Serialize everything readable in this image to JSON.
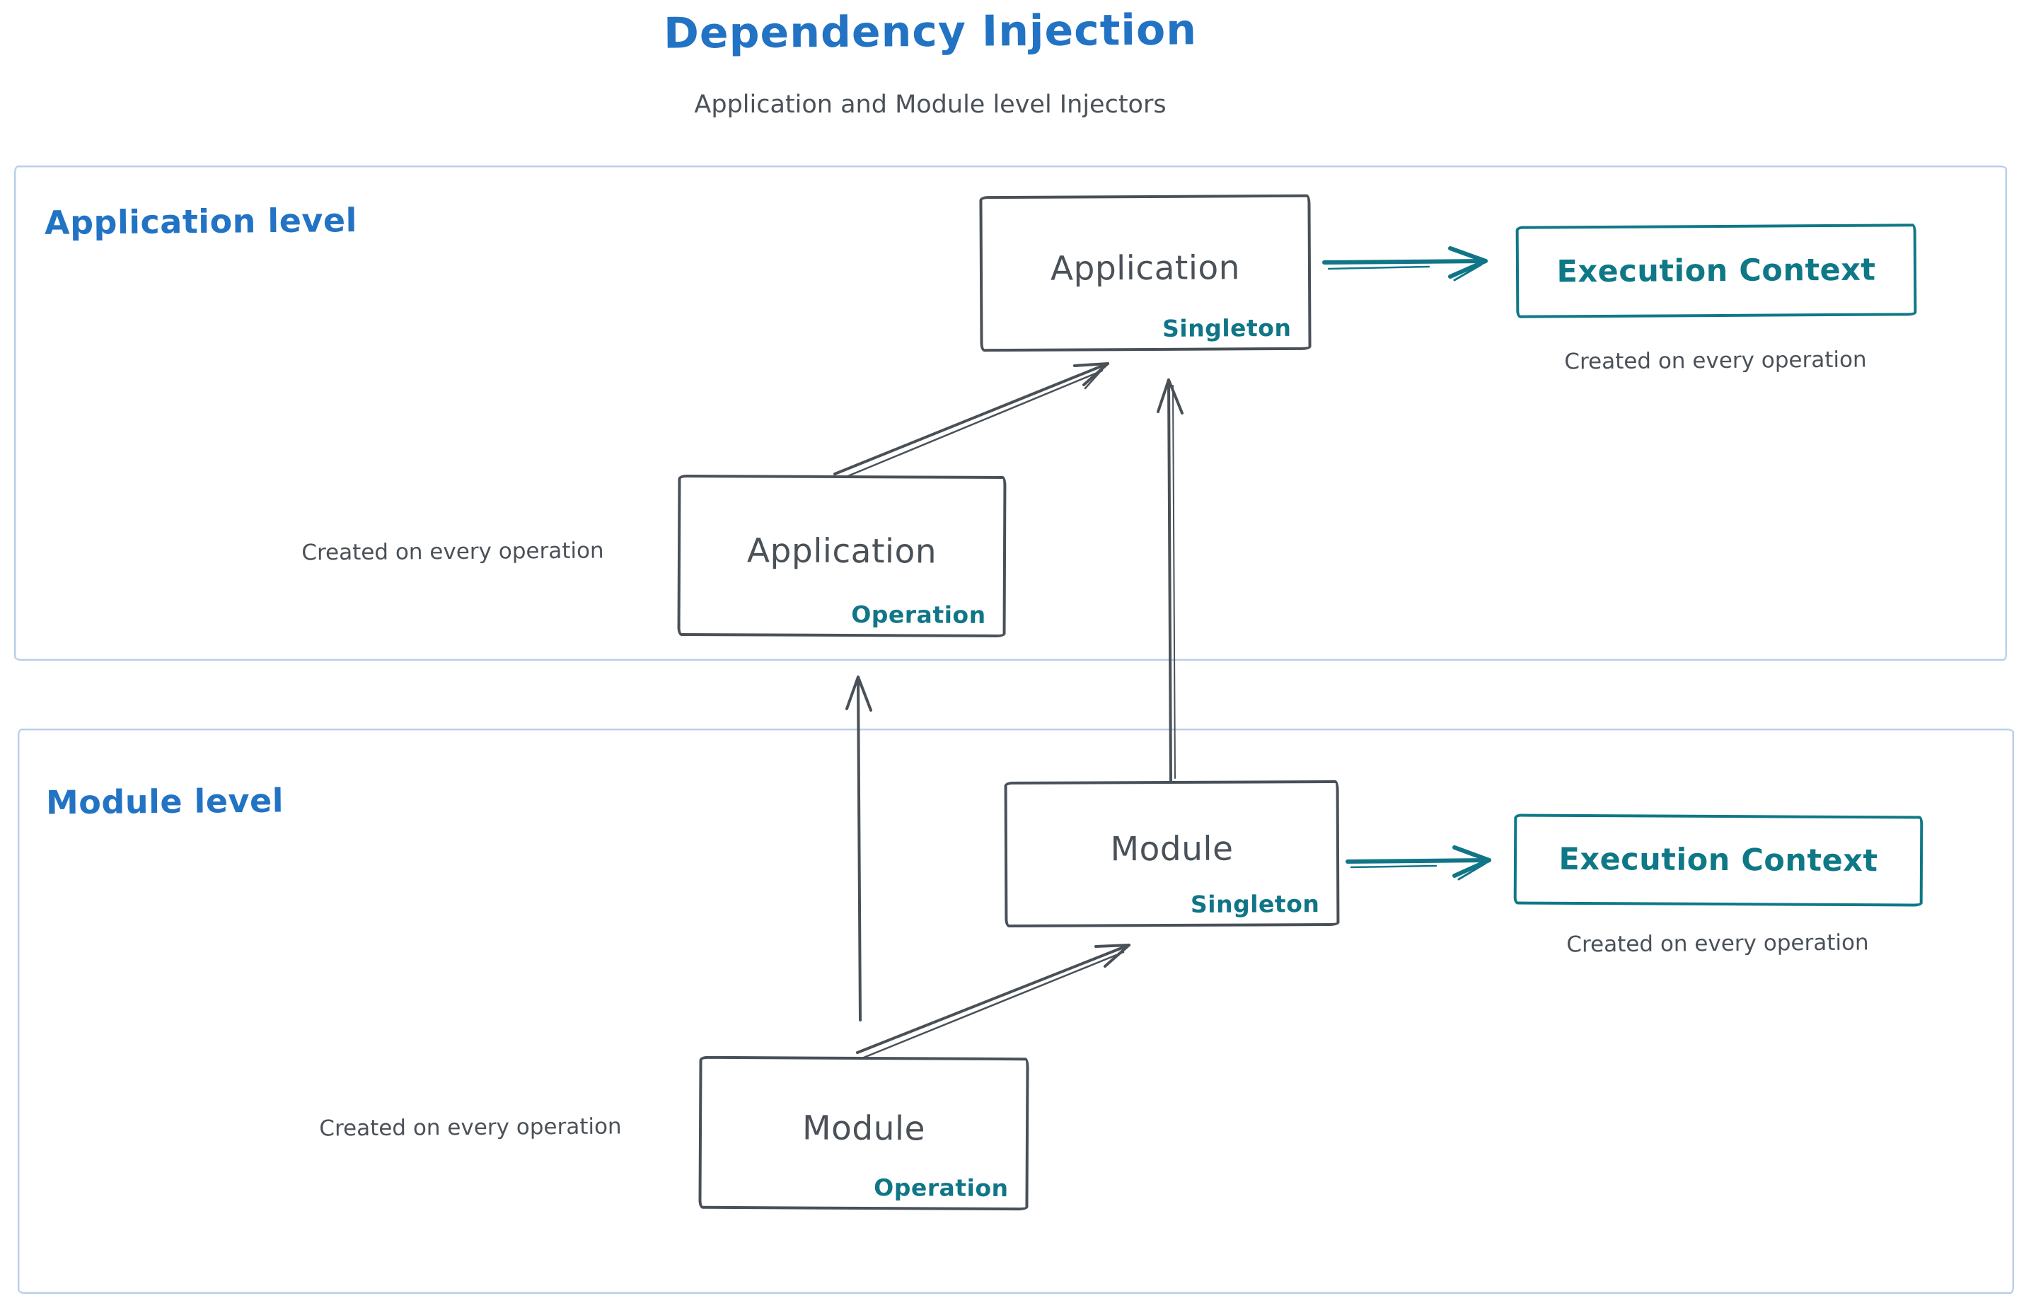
{
  "title": "Dependency Injection",
  "subtitle": "Application and Module level Injectors",
  "colors": {
    "heading_blue": "#2273c4",
    "stroke_dark": "#495057",
    "accent_teal": "#0f7887",
    "container_border_blue": "#b9cfe8",
    "background": "#ffffff"
  },
  "application_section": {
    "label": "Application level",
    "singleton_box": {
      "name": "Application",
      "scope": "Singleton"
    },
    "operation_box": {
      "name": "Application",
      "scope": "Operation"
    },
    "execution_context": {
      "label": "Execution Context"
    },
    "notes": {
      "operation": "Created on every operation",
      "execution_context": "Created on every operation"
    }
  },
  "module_section": {
    "label": "Module level",
    "singleton_box": {
      "name": "Module",
      "scope": "Singleton"
    },
    "operation_box": {
      "name": "Module",
      "scope": "Operation"
    },
    "execution_context": {
      "label": "Execution Context"
    },
    "notes": {
      "operation": "Created on every operation",
      "execution_context": "Created on every operation"
    }
  },
  "arrows": {
    "app_operation_to_app_singleton": "operation to singleton (application)",
    "module_singleton_to_app_singleton": "module singleton to application singleton",
    "module_operation_to_app_operation": "module operation to application operation",
    "module_operation_to_module_singleton": "operation to singleton (module)",
    "app_singleton_to_execution_context": "singleton to execution context (application)",
    "module_singleton_to_execution_context": "singleton to execution context (module)"
  }
}
